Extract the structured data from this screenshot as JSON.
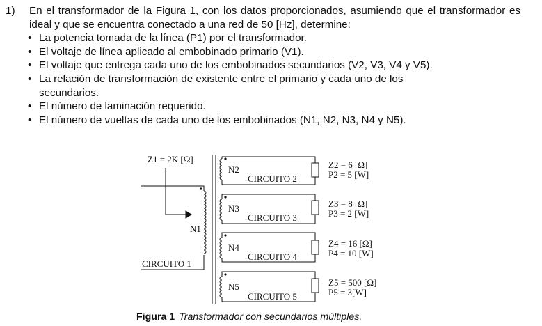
{
  "problem": {
    "number": "1)",
    "intro": "En el transformador de la Figura 1, con los datos proporcionados, asumiendo que el transformador es ideal y que se encuentra conectado a una red de 50 [Hz], determine:",
    "items": [
      "La potencia tomada de la línea (P1) por el transformador.",
      "El voltaje de línea aplicado al embobinado primario (V1).",
      "El voltaje que entrega cada uno de los embobinados secundarios (V2, V3, V4 y V5).",
      "La relación de transformación de existente entre el primario y cada uno de los",
      "secundarios.",
      "El número de laminación requerido.",
      "El número de vueltas de cada uno de los embobinados (N1, N2, N3, N4 y N5)."
    ]
  },
  "figure": {
    "primary": {
      "impedance": "Z1 = 2K [Ω]",
      "winding": "N1",
      "circuit": "CIRCUITO 1"
    },
    "secondaries": [
      {
        "winding": "N2",
        "circuit": "CIRCUITO 2",
        "impedance": "Z2 = 6 [Ω]",
        "power": "P2 = 5 [W]"
      },
      {
        "winding": "N3",
        "circuit": "CIRCUITO 3",
        "impedance": "Z3 = 8 [Ω]",
        "power": "P3 = 2 [W]"
      },
      {
        "winding": "N4",
        "circuit": "CIRCUITO 4",
        "impedance": "Z4 = 16 [Ω]",
        "power": "P4 = 10 [W]"
      },
      {
        "winding": "N5",
        "circuit": "CIRCUITO 5",
        "impedance": "Z5 = 500 [Ω]",
        "power": "P5 = 3[W]"
      }
    ],
    "caption_label": "Figura 1",
    "caption_text": "Transformador con secundarios múltiples."
  }
}
